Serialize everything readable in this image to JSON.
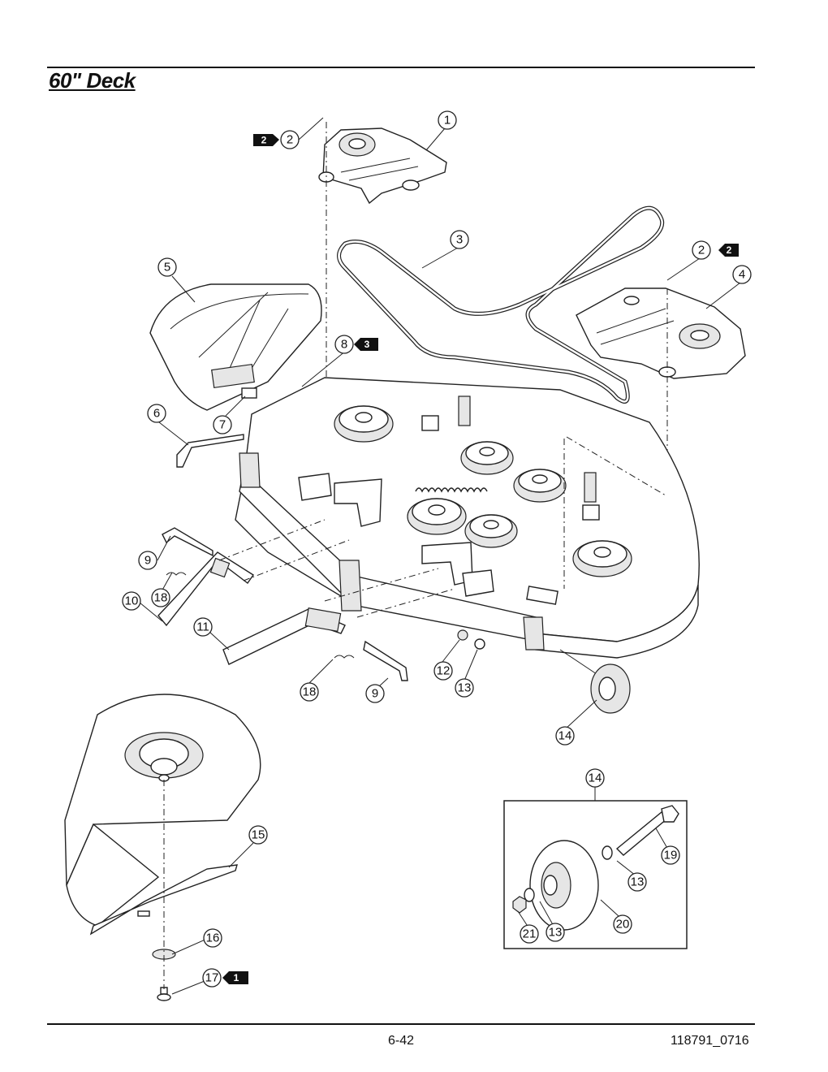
{
  "page": {
    "title": "60\" Deck",
    "page_number": "6-42",
    "doc_code": "118791_0716"
  },
  "callouts": [
    {
      "num": "1"
    },
    {
      "num": "2"
    },
    {
      "num": "3"
    },
    {
      "num": "4"
    },
    {
      "num": "5"
    },
    {
      "num": "6"
    },
    {
      "num": "7"
    },
    {
      "num": "8"
    },
    {
      "num": "9"
    },
    {
      "num": "10"
    },
    {
      "num": "11"
    },
    {
      "num": "12"
    },
    {
      "num": "13"
    },
    {
      "num": "14"
    },
    {
      "num": "15"
    },
    {
      "num": "16"
    },
    {
      "num": "17"
    },
    {
      "num": "18"
    },
    {
      "num": "19"
    },
    {
      "num": "20"
    },
    {
      "num": "21"
    }
  ],
  "flags": {
    "flag_2": "2",
    "flag_3": "3",
    "flag_1": "1"
  }
}
